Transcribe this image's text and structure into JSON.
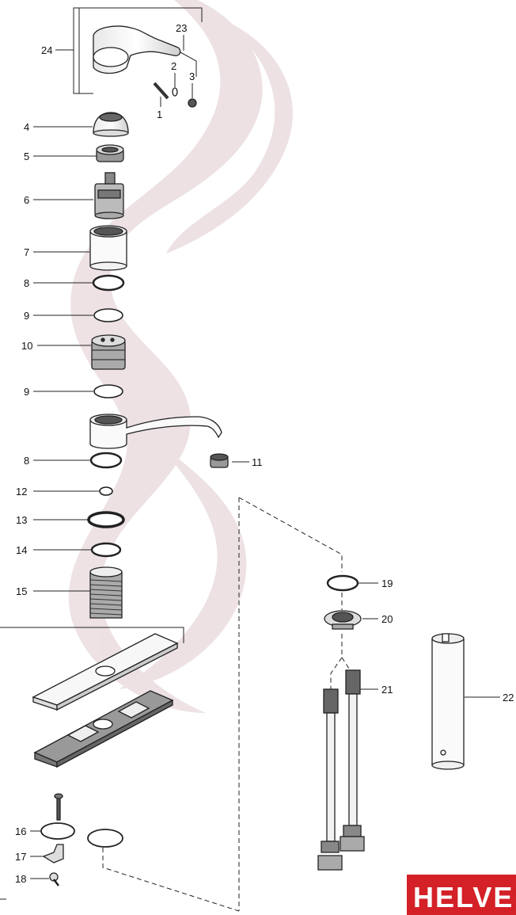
{
  "diagram": {
    "part_numbers": {
      "p1": "1",
      "p2": "2",
      "p3": "3",
      "p4": "4",
      "p5": "5",
      "p6": "6",
      "p7": "7",
      "p8a": "8",
      "p8b": "8",
      "p9a": "9",
      "p9b": "9",
      "p10": "10",
      "p11": "11",
      "p12": "12",
      "p13": "13",
      "p14": "14",
      "p15": "15",
      "p16": "16",
      "p17": "17",
      "p18": "18",
      "p19": "19",
      "p20": "20",
      "p21": "21",
      "p22": "22",
      "p23": "23",
      "p24": "24"
    },
    "brand": {
      "logo_text": "HELVE",
      "logo_color": "#d42027"
    },
    "colors": {
      "line": "#222222",
      "watermark": "#7a1f2e"
    }
  }
}
